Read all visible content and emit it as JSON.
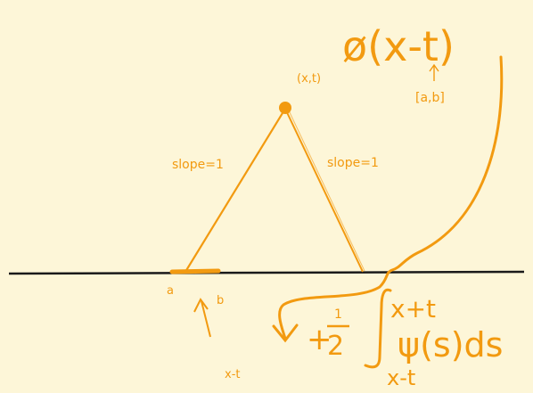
{
  "canvas": {
    "background": "#fdf6d8",
    "ink": "#f29a10",
    "axis_ink": "#1a1a1a"
  },
  "labels": {
    "point": "(x,t)",
    "slope_left": "slope=1",
    "slope_right": "slope=1",
    "a": "a",
    "b": "b",
    "x_minus_t": "x-t",
    "interval": "[a,b]",
    "phi": "ø(x-t)"
  },
  "formula": {
    "plus": "+",
    "fraction_num": "1",
    "fraction_den": "2",
    "upper_limit": "x+t",
    "lower_limit": "x-t",
    "integrand": "ψ(s)ds"
  },
  "icons": [
    "up-arrow-icon",
    "curved-arrow-icon",
    "integral-icon"
  ]
}
